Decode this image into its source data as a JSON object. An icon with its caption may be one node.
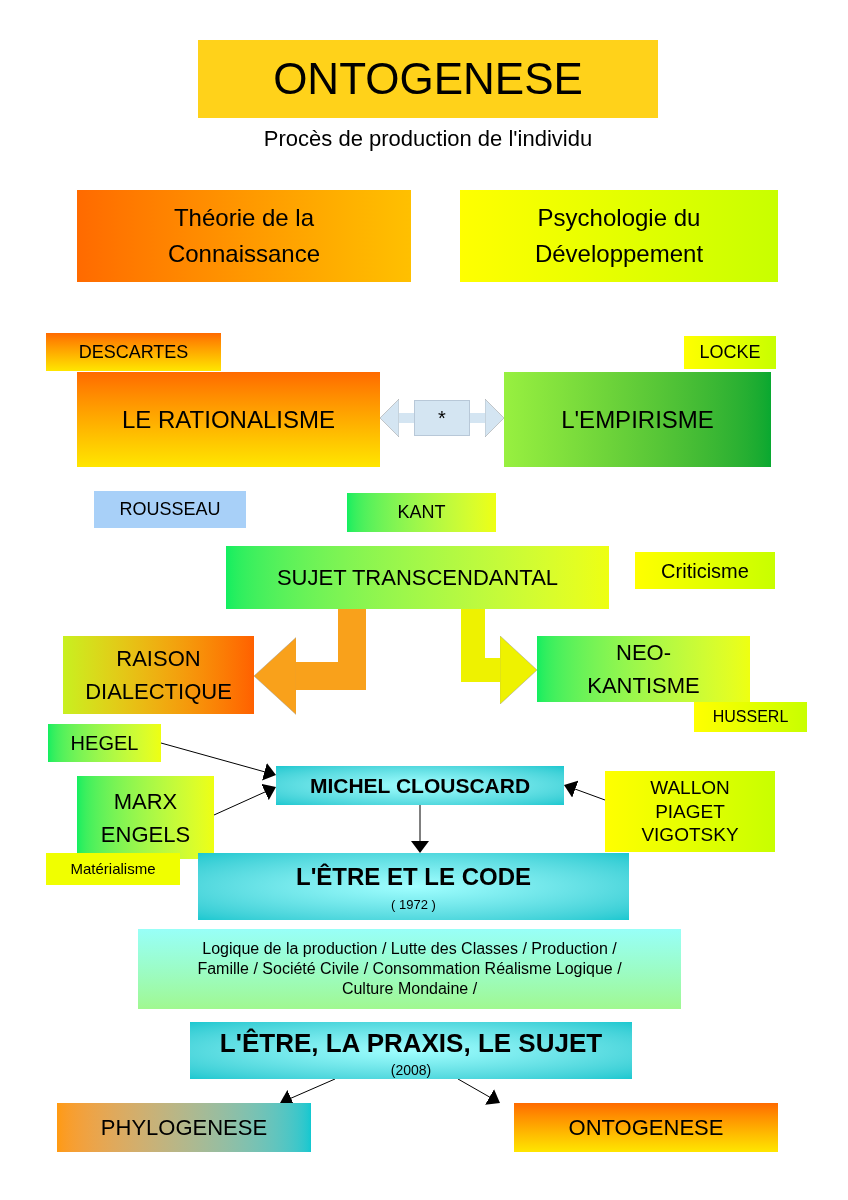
{
  "diagram": {
    "nodes": [
      {
        "text": [
          "ONTOGENESE"
        ],
        "beside": [
          "Procès de production de l'individu"
        ]
      },
      {
        "text": [
          "Théorie de la Connaissance"
        ]
      },
      {
        "text": [
          "Psychologie du Développement"
        ]
      },
      {
        "text": [
          "DESCARTES"
        ]
      },
      {
        "text": [
          "LOCKE"
        ]
      },
      {
        "text": [
          "LE RATIONALISME"
        ]
      },
      {
        "text": [
          "*"
        ]
      },
      {
        "text": [
          "L'EMPIRISME"
        ]
      },
      {
        "text": [
          "ROUSSEAU"
        ]
      },
      {
        "text": [
          "KANT"
        ]
      },
      {
        "text": [
          "SUJET TRANSCENDANTAL"
        ]
      },
      {
        "text": [
          "Criticisme"
        ]
      },
      {
        "text": [
          "RAISON DIALECTIQUE"
        ]
      },
      {
        "text": [
          "NEO-KANTISME"
        ]
      },
      {
        "text": [
          "HUSSERL"
        ]
      },
      {
        "text": [
          "HEGEL"
        ]
      },
      {
        "text": [
          "MARX ENGELS"
        ]
      },
      {
        "text": [
          "Matérialisme"
        ]
      },
      {
        "text": [
          "WALLON PIAGET VIGOTSKY"
        ]
      },
      {
        "text": [
          "MICHEL CLOUSCARD"
        ]
      },
      {
        "text": [
          "L'ÊTRE ET LE CODE",
          "( 1972 )"
        ]
      },
      {
        "text": [
          "Logique de la production / Lutte des Classes / Production / Famille / Société Civile / Consommation Réalisme Logique / Culture Mondaine /"
        ]
      },
      {
        "text": [
          "L'ÊTRE, LA PRAXIS, LE SUJET",
          "(2008)"
        ]
      },
      {
        "text": [
          "PHYLOGENESE"
        ]
      },
      {
        "text": [
          "ONTOGENESE"
        ]
      }
    ],
    "edges": [
      {
        "from": 6,
        "to": 5,
        "arrow": "to",
        "style": "thick",
        "color": "#d4e5f2"
      },
      {
        "from": 6,
        "to": 7,
        "arrow": "to",
        "style": "thick",
        "color": "#d4e5f2"
      },
      {
        "from": 10,
        "to": 12,
        "arrow": "to",
        "style": "thick",
        "color": "#f9a11b"
      },
      {
        "from": 10,
        "to": 13,
        "arrow": "to",
        "style": "thick",
        "color": "#eef200"
      },
      {
        "from": 15,
        "to": 19,
        "arrow": "to"
      },
      {
        "from": 16,
        "to": 19,
        "arrow": "to"
      },
      {
        "from": 18,
        "to": 19,
        "arrow": "to"
      },
      {
        "from": 19,
        "to": 20,
        "arrow": "to"
      },
      {
        "from": 22,
        "to": 23,
        "arrow": "to"
      },
      {
        "from": 22,
        "to": 24,
        "arrow": "to"
      }
    ]
  }
}
